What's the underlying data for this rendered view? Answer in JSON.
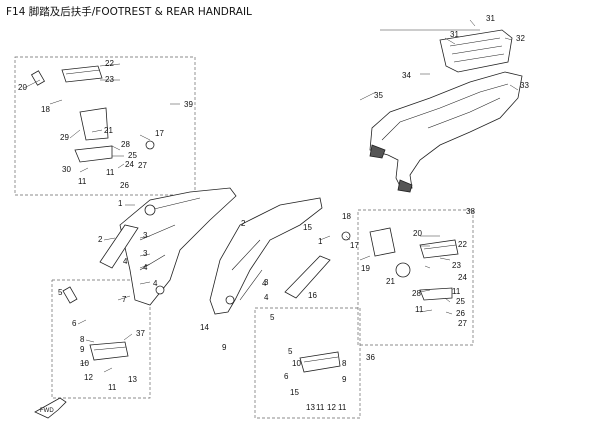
{
  "title": "F14 脚踏及后扶手/FOOTREST & REAR HANDRAIL",
  "fwd_label": "FWD",
  "callouts": [
    {
      "id": "c1",
      "text": "31"
    },
    {
      "id": "c2",
      "text": "31"
    },
    {
      "id": "c3",
      "text": "32"
    },
    {
      "id": "c4",
      "text": "34"
    },
    {
      "id": "c5",
      "text": "33"
    },
    {
      "id": "c6",
      "text": "35"
    },
    {
      "id": "c7",
      "text": "22"
    },
    {
      "id": "c8",
      "text": "23"
    },
    {
      "id": "c9",
      "text": "20"
    },
    {
      "id": "c10",
      "text": "18"
    },
    {
      "id": "c11",
      "text": "39"
    },
    {
      "id": "c12",
      "text": "17"
    },
    {
      "id": "c13",
      "text": "29"
    },
    {
      "id": "c14",
      "text": "21"
    },
    {
      "id": "c15",
      "text": "28"
    },
    {
      "id": "c16",
      "text": "25"
    },
    {
      "id": "c17",
      "text": "24"
    },
    {
      "id": "c18",
      "text": "27"
    },
    {
      "id": "c19",
      "text": "30"
    },
    {
      "id": "c20",
      "text": "11"
    },
    {
      "id": "c21",
      "text": "11"
    },
    {
      "id": "c22",
      "text": "26"
    },
    {
      "id": "c23",
      "text": "1"
    },
    {
      "id": "c24",
      "text": "2"
    },
    {
      "id": "c25",
      "text": "3"
    },
    {
      "id": "c26",
      "text": "3"
    },
    {
      "id": "c27",
      "text": "4"
    },
    {
      "id": "c28",
      "text": "4"
    },
    {
      "id": "c29",
      "text": "4"
    },
    {
      "id": "c30",
      "text": "5"
    },
    {
      "id": "c31",
      "text": "7"
    },
    {
      "id": "c32",
      "text": "6"
    },
    {
      "id": "c33",
      "text": "37"
    },
    {
      "id": "c34",
      "text": "8"
    },
    {
      "id": "c35",
      "text": "9"
    },
    {
      "id": "c36",
      "text": "10"
    },
    {
      "id": "c37",
      "text": "12"
    },
    {
      "id": "c38",
      "text": "11"
    },
    {
      "id": "c39",
      "text": "13"
    },
    {
      "id": "c40",
      "text": "14"
    },
    {
      "id": "c41",
      "text": "15"
    },
    {
      "id": "c42",
      "text": "16"
    },
    {
      "id": "c43",
      "text": "1"
    },
    {
      "id": "c44",
      "text": "2"
    },
    {
      "id": "c45",
      "text": "3"
    },
    {
      "id": "c46",
      "text": "4"
    },
    {
      "id": "c47",
      "text": "5"
    },
    {
      "id": "c48",
      "text": "38"
    },
    {
      "id": "c49",
      "text": "18"
    },
    {
      "id": "c50",
      "text": "17"
    },
    {
      "id": "c51",
      "text": "19"
    },
    {
      "id": "c52",
      "text": "20"
    },
    {
      "id": "c53",
      "text": "22"
    },
    {
      "id": "c54",
      "text": "23"
    },
    {
      "id": "c55",
      "text": "24"
    },
    {
      "id": "c56",
      "text": "21"
    },
    {
      "id": "c57",
      "text": "28"
    },
    {
      "id": "c58",
      "text": "11"
    },
    {
      "id": "c59",
      "text": "25"
    },
    {
      "id": "c60",
      "text": "26"
    },
    {
      "id": "c61",
      "text": "27"
    },
    {
      "id": "c62",
      "text": "11"
    },
    {
      "id": "c63",
      "text": "36"
    },
    {
      "id": "c64",
      "text": "8"
    },
    {
      "id": "c65",
      "text": "9"
    },
    {
      "id": "c66",
      "text": "6"
    },
    {
      "id": "c67",
      "text": "10"
    },
    {
      "id": "c68",
      "text": "5"
    },
    {
      "id": "c69",
      "text": "15"
    },
    {
      "id": "c70",
      "text": "13"
    },
    {
      "id": "c71",
      "text": "11"
    },
    {
      "id": "c72",
      "text": "12"
    },
    {
      "id": "c73",
      "text": "11"
    },
    {
      "id": "c74",
      "text": "9"
    },
    {
      "id": "c75",
      "text": "4"
    }
  ]
}
